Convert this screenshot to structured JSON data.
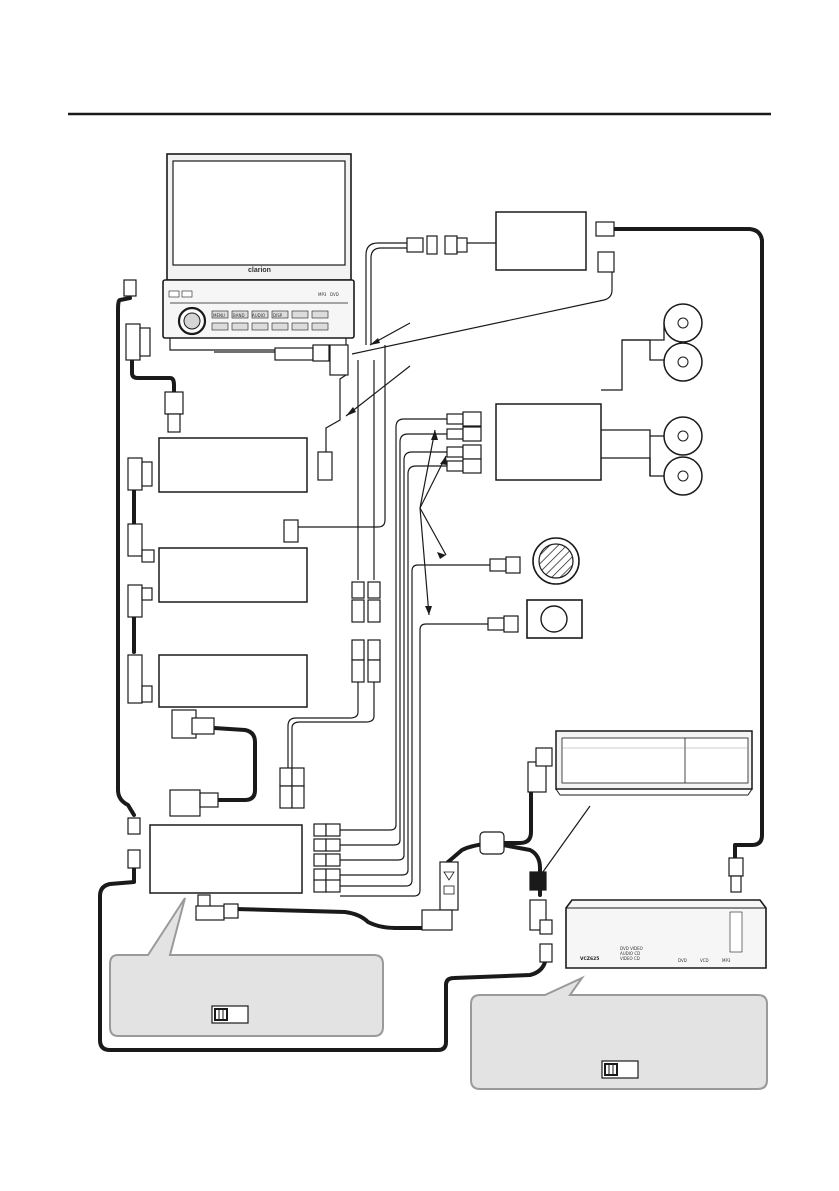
{
  "colors": {
    "ink": "#1a1a1a",
    "cable": "#1a1a1a",
    "callout_fill": "#e3e3e3",
    "callout_stroke": "#9a9a9a",
    "box_fill": "#ffffff"
  },
  "head_unit": {
    "brand": "clarion",
    "button_labels": [
      "MENU",
      "BAND",
      "AUDIO",
      "DISP"
    ],
    "badge_labels": [
      "DVD",
      "MP3"
    ]
  },
  "dvd_changer": {
    "model_label": "VCZ625",
    "badge_labels": [
      "DVD",
      "VCD",
      "MP3"
    ],
    "text_lines": [
      "DVD VIDEO",
      "AUDIO CD",
      "VIDEO CD"
    ]
  },
  "icons": {
    "connector": "rca-plug-icon",
    "speaker": "speaker-icon",
    "subwoofer": "subwoofer-icon",
    "switch": "slide-switch-icon",
    "arrow": "arrow-icon"
  }
}
